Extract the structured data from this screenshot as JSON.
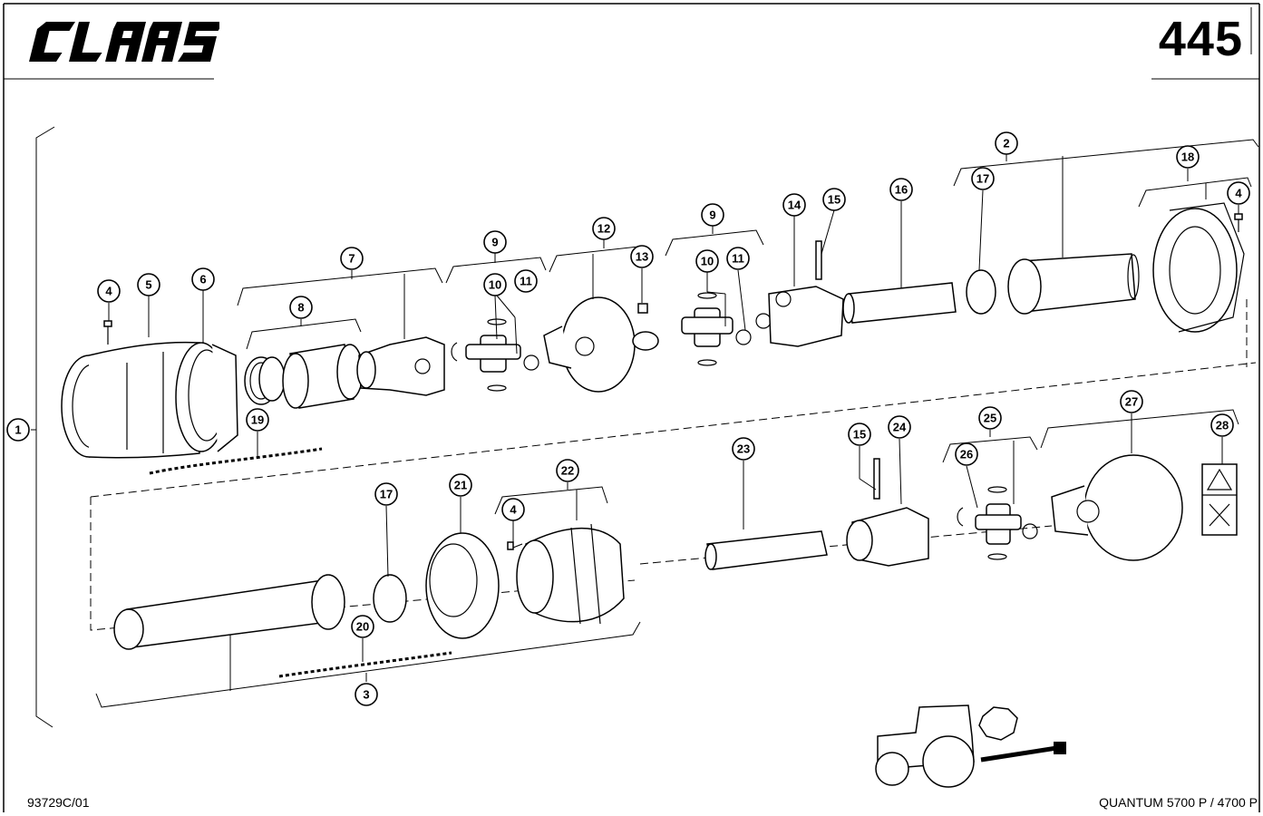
{
  "header": {
    "brand": "CLAAS",
    "page_number": "445"
  },
  "footer": {
    "drawing_code": "93729C/01",
    "model": "QUANTUM 5700 P / 4700 P"
  },
  "callouts": {
    "c1": "1",
    "c2": "2",
    "c3": "3",
    "c4a": "4",
    "c4b": "4",
    "c4c": "4",
    "c5": "5",
    "c6": "6",
    "c7": "7",
    "c8": "8",
    "c9a": "9",
    "c9b": "9",
    "c10a": "10",
    "c10b": "10",
    "c11a": "11",
    "c11b": "11",
    "c12": "12",
    "c13": "13",
    "c14": "14",
    "c15a": "15",
    "c15b": "15",
    "c16": "16",
    "c17a": "17",
    "c17b": "17",
    "c18": "18",
    "c19": "19",
    "c20": "20",
    "c21": "21",
    "c22": "22",
    "c23": "23",
    "c24": "24",
    "c25": "25",
    "c26": "26",
    "c27": "27",
    "c28": "28"
  }
}
